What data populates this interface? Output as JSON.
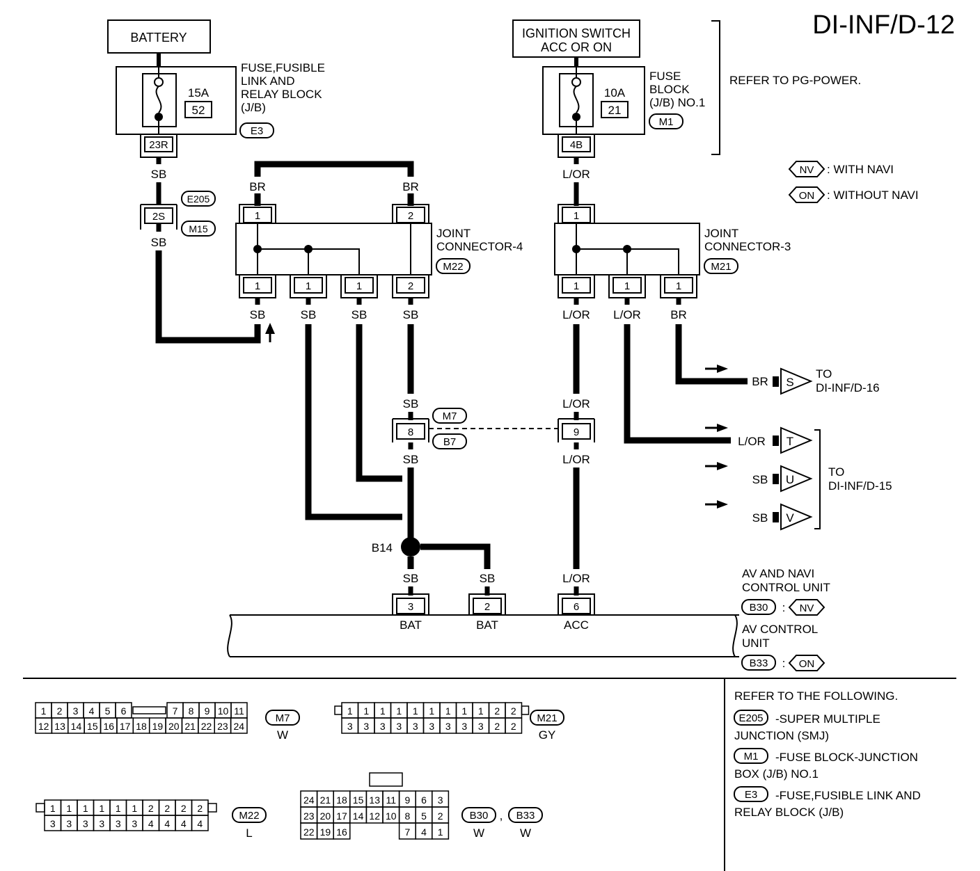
{
  "page_title": "DI-INF/D-12",
  "power": {
    "battery": "BATTERY",
    "ign_1": "IGNITION SWITCH",
    "ign_2": "ACC OR ON",
    "fuse_a_amp": "15A",
    "fuse_a_no": "52",
    "fuse_a_block_1": "FUSE,FUSIBLE",
    "fuse_a_block_2": "LINK AND",
    "fuse_a_block_3": "RELAY BLOCK",
    "fuse_a_block_4": "(J/B)",
    "fuse_a_conn": "E3",
    "fuse_a_term": "23R",
    "fuse_b_amp": "10A",
    "fuse_b_no": "21",
    "fuse_b_block_1": "FUSE",
    "fuse_b_block_2": "BLOCK",
    "fuse_b_block_3": "(J/B) NO.1",
    "fuse_b_conn": "M1",
    "fuse_b_term": "4B",
    "refer_power": "REFER TO PG-POWER."
  },
  "legend": {
    "nv_tag": "NV",
    "nv_text": ": WITH NAVI",
    "on_tag": "ON",
    "on_text": ": WITHOUT NAVI"
  },
  "conn_2s": {
    "term": "2S",
    "tag_top": "E205",
    "tag_bottom": "M15"
  },
  "joint4": {
    "name_1": "JOINT",
    "name_2": "CONNECTOR-4",
    "conn": "M22",
    "top_pins": [
      "1",
      "2"
    ],
    "bottom_pins": [
      "1",
      "1",
      "1",
      "2"
    ]
  },
  "joint3": {
    "name_1": "JOINT",
    "name_2": "CONNECTOR-3",
    "conn": "M21",
    "top_pin": "1",
    "bottom_pins": [
      "1",
      "1",
      "1"
    ]
  },
  "wire_colors": {
    "sb": "SB",
    "br": "BR",
    "lor": "L/OR"
  },
  "mid_conn": {
    "left_pin": "8",
    "right_pin": "9",
    "tag_top": "M7",
    "tag_bottom": "B7"
  },
  "splice": "B14",
  "destinations": {
    "s_letter": "S",
    "t_letter": "T",
    "u_letter": "U",
    "v_letter": "V",
    "to": "TO",
    "d16": "DI-INF/D-16",
    "d15": "DI-INF/D-15"
  },
  "unit": {
    "pins": [
      "3",
      "2",
      "6"
    ],
    "labels": [
      "BAT",
      "BAT",
      "ACC"
    ],
    "av_navi_1": "AV AND NAVI",
    "av_navi_2": "CONTROL UNIT",
    "b30": "B30",
    "b33": "B33",
    "colon": ":",
    "av_1": "AV CONTROL",
    "av_2": "UNIT"
  },
  "connector_faces": {
    "m7_top": [
      "1",
      "2",
      "3",
      "4",
      "5",
      "6",
      "",
      "7",
      "8",
      "9",
      "10",
      "11"
    ],
    "m7_bottom": [
      "12",
      "13",
      "14",
      "15",
      "16",
      "17",
      "18",
      "19",
      "20",
      "21",
      "22",
      "23",
      "24"
    ],
    "m7_id": "M7",
    "m7_color": "W",
    "m21_top": [
      "1",
      "1",
      "1",
      "1",
      "1",
      "1",
      "1",
      "1",
      "1",
      "2",
      "2"
    ],
    "m21_bottom": [
      "3",
      "3",
      "3",
      "3",
      "3",
      "3",
      "3",
      "3",
      "3",
      "2",
      "2"
    ],
    "m21_id": "M21",
    "m21_color": "GY",
    "m22_top": [
      "1",
      "1",
      "1",
      "1",
      "1",
      "1",
      "2",
      "2",
      "2",
      "2"
    ],
    "m22_bottom": [
      "3",
      "3",
      "3",
      "3",
      "3",
      "3",
      "4",
      "4",
      "4",
      "4"
    ],
    "m22_id": "M22",
    "m22_color": "L",
    "b30_row1": [
      "24",
      "21",
      "18",
      "15",
      "13",
      "11",
      "9",
      "6",
      "3"
    ],
    "b30_row2": [
      "23",
      "20",
      "17",
      "14",
      "12",
      "10",
      "8",
      "5",
      "2"
    ],
    "b30_row3": [
      "22",
      "19",
      "16",
      "7",
      "4",
      "1"
    ],
    "b30_id": "B30",
    "b33_id": "B33",
    "comma": ",",
    "b30_color": "W",
    "b33_color": "W"
  },
  "references": {
    "heading": "REFER TO THE FOLLOWING.",
    "e205_tag": "E205",
    "e205_1": "-SUPER MULTIPLE",
    "e205_2": "JUNCTION (SMJ)",
    "m1_tag": "M1",
    "m1_1": "-FUSE BLOCK-JUNCTION",
    "m1_2": "BOX (J/B) NO.1",
    "e3_tag": "E3",
    "e3_1": "-FUSE,FUSIBLE LINK AND",
    "e3_2": "RELAY BLOCK (J/B)"
  }
}
